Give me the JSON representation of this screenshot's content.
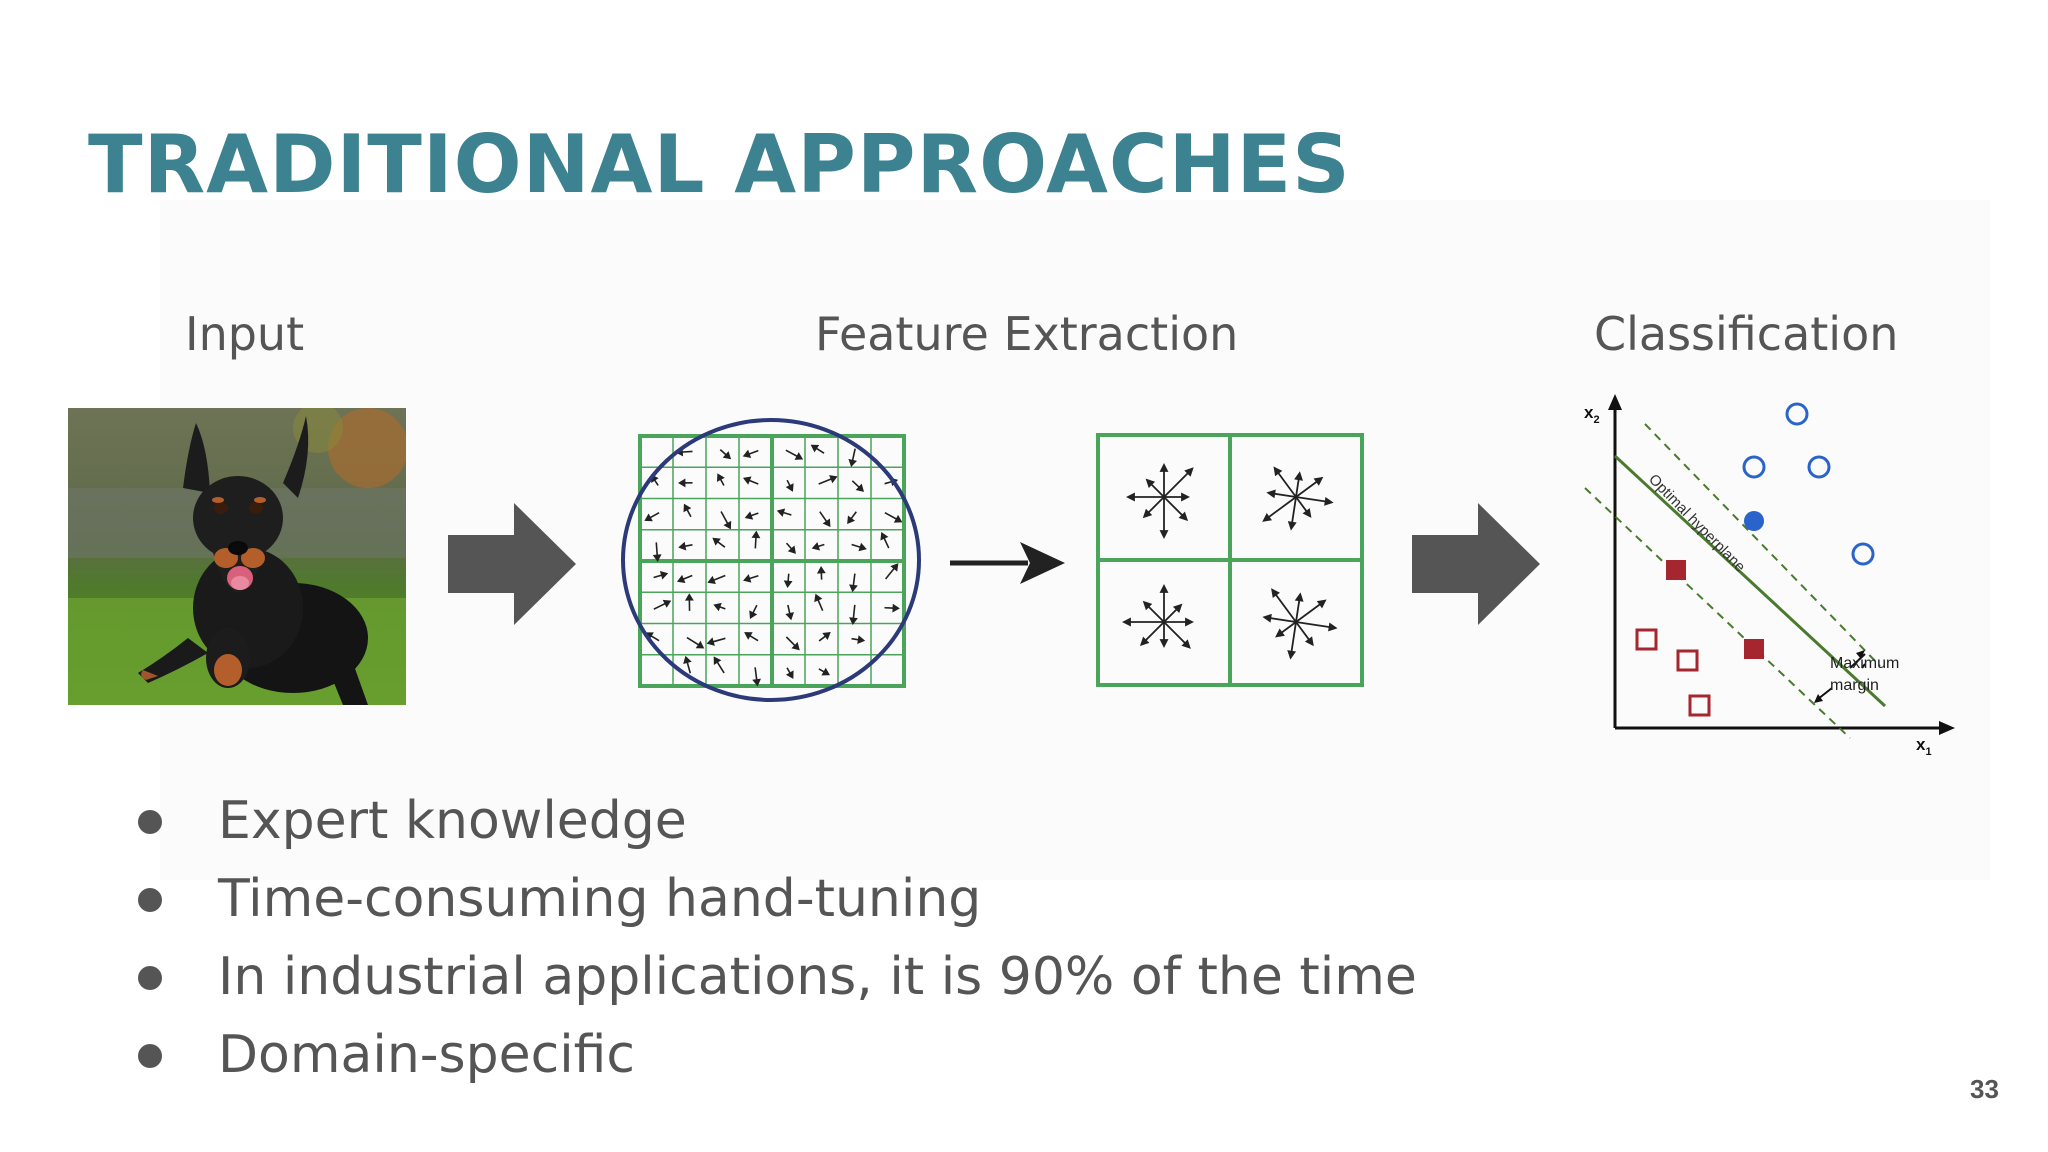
{
  "slide": {
    "title": "TRADITIONAL APPROACHES",
    "page_number": "33",
    "colors": {
      "title": "#3d8290",
      "body_text": "#555555",
      "flow_arrow": "#555555",
      "grid_green": "#4aa55a",
      "circle_blue": "#2c3a7a",
      "svm_red": "#a6262f",
      "svm_blue": "#2a63c9",
      "hyperplane_green": "#4a7a2e"
    }
  },
  "pipeline": {
    "input_label": "Input",
    "feature_label": "Feature Extraction",
    "classification_label": "Classification"
  },
  "classification_plot": {
    "y_axis_label": "x",
    "y_axis_subscript": "2",
    "x_axis_label": "x",
    "x_axis_subscript": "1",
    "hyperplane_label": "Optimal hyperplane",
    "margin_label_line1": "Maximum",
    "margin_label_line2": "margin"
  },
  "bullets": [
    "Expert knowledge",
    "Time-consuming hand-tuning",
    "In industrial applications, it is 90% of the time",
    "Domain-specific"
  ],
  "icons": {
    "flow_arrows": "block-right-arrow",
    "feature_arrow": "thin-right-arrow",
    "input_image": "dog-photo"
  }
}
